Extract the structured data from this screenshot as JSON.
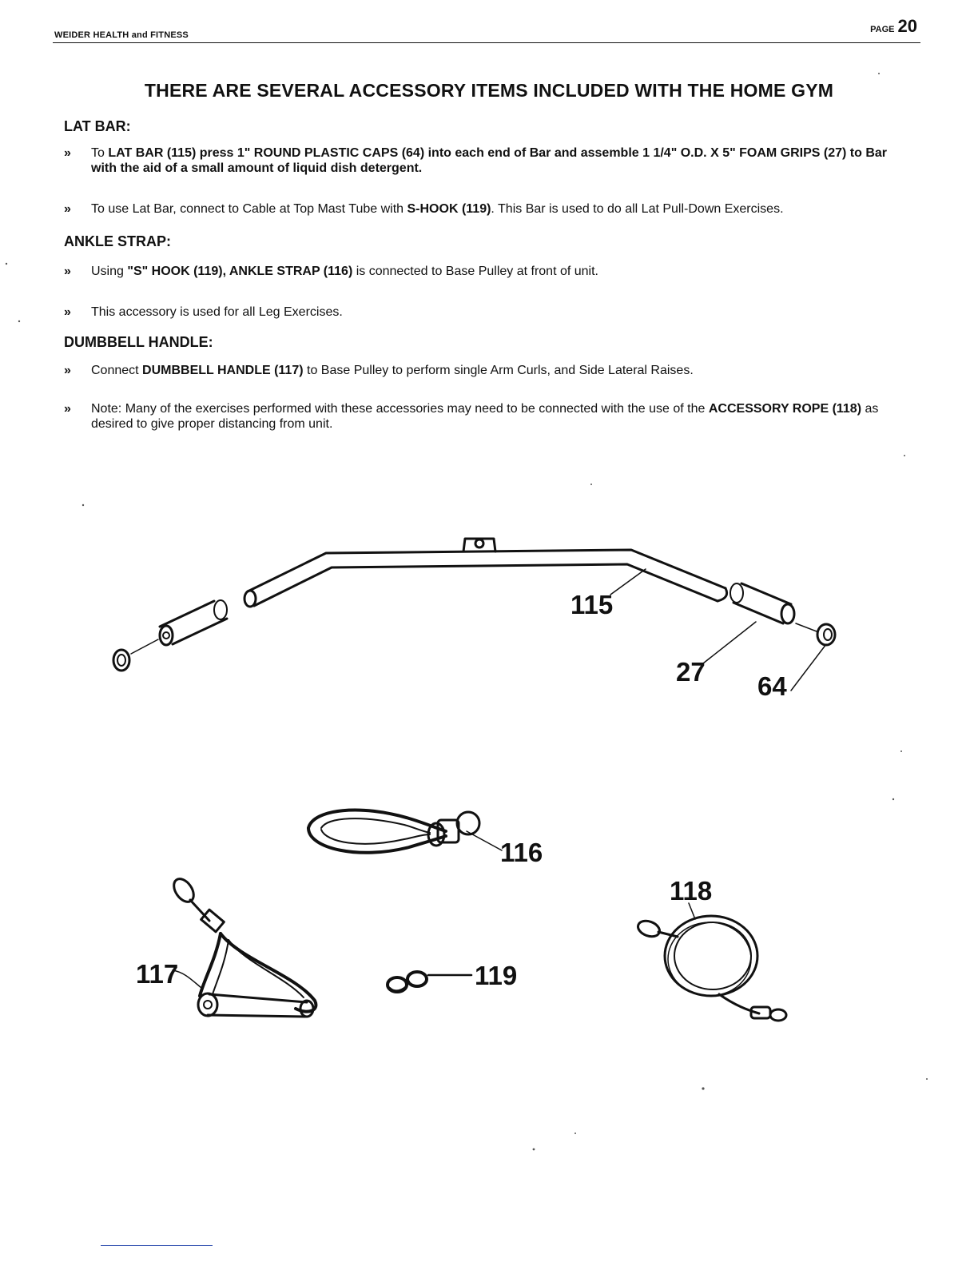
{
  "header": {
    "left": "WEIDER HEALTH and FITNESS",
    "page_word": "PAGE",
    "page_number": "20"
  },
  "title": "THERE ARE SEVERAL ACCESSORY ITEMS INCLUDED WITH THE HOME GYM",
  "sections": {
    "lat_bar": {
      "heading": "LAT BAR:",
      "b1": {
        "mark": "»",
        "t1": "To ",
        "t2": "LAT BAR",
        "t3": " (115) press 1\" ROUND PLASTIC CAPS (64) into each end of Bar and assemble 1 1/4\" O.D. X 5\" FOAM GRIPS (27) to Bar with the aid of a small amount of liquid dish detergent."
      },
      "b2": {
        "mark": "»",
        "t1": "To use Lat Bar, connect to Cable at Top Mast Tube with ",
        "t2": "S-HOOK (119)",
        "t3": ".  This Bar is used to do all Lat Pull-Down Exercises."
      }
    },
    "ankle_strap": {
      "heading": "ANKLE STRAP:",
      "b1": {
        "mark": "»",
        "t1": "Using ",
        "t2": "\"S\" HOOK (119), ANKLE STRAP (116)",
        "t3": " is connected to Base Pulley at front of unit."
      },
      "b2": {
        "mark": "»",
        "t1": "This accessory is used for all Leg Exercises."
      }
    },
    "dumbbell_handle": {
      "heading": "DUMBBELL HANDLE:",
      "b1": {
        "mark": "»",
        "t1": "Connect ",
        "t2": "DUMBBELL HANDLE (117)",
        "t3": " to Base Pulley to perform single Arm Curls, and Side Lateral Raises."
      },
      "b2": {
        "mark": "»",
        "t1": "Note:  Many of the exercises performed with these accessories may need to be connected with the use of the ",
        "t2": "ACCESSORY ROPE (118)",
        "t3": " as desired to give proper distancing from unit."
      }
    }
  },
  "diagram": {
    "labels": {
      "lat_bar": "115",
      "foam_grip": "27",
      "plastic_cap": "64",
      "ankle_strap": "116",
      "dumbbell_handle": "117",
      "rope": "118",
      "s_hook": "119"
    }
  }
}
